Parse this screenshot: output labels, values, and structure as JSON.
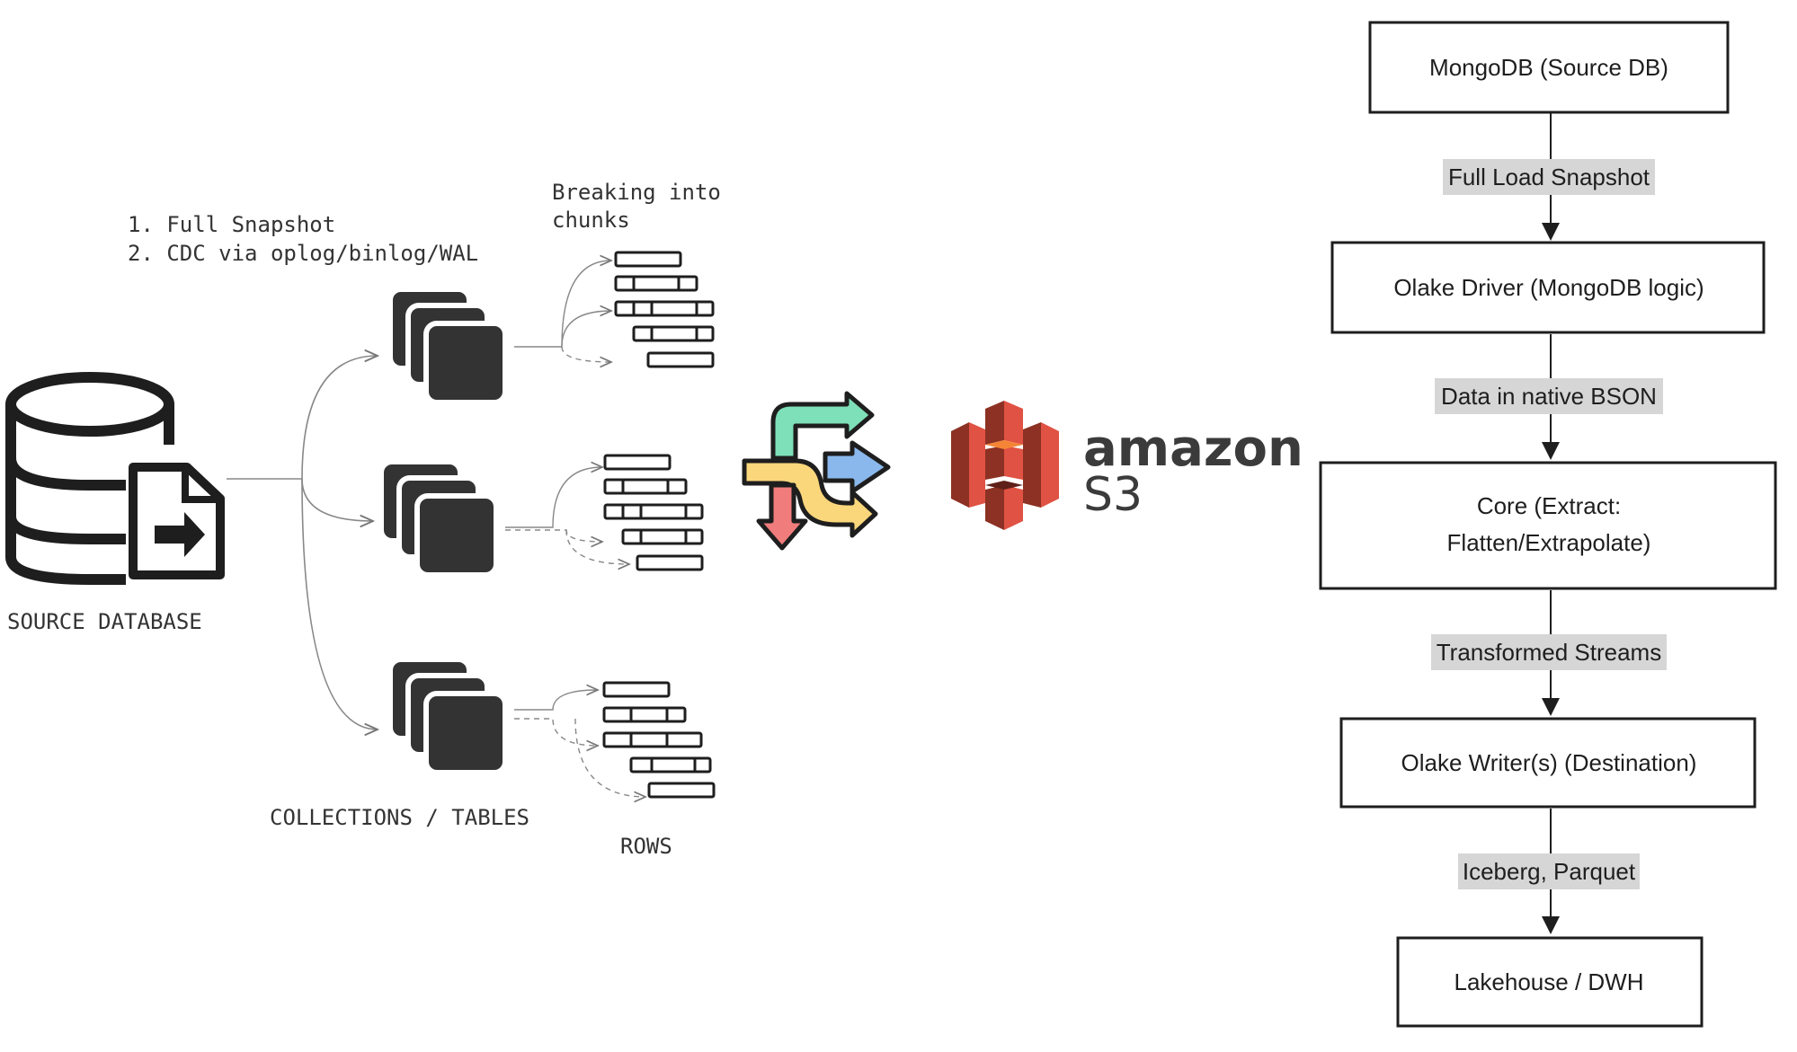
{
  "left_diagram": {
    "steps": [
      "1. Full Snapshot",
      "2. CDC via oplog/binlog/WAL"
    ],
    "chunks_note": [
      "Breaking into",
      "chunks"
    ],
    "source_label": "SOURCE DATABASE",
    "collections_label": "COLLECTIONS / TABLES",
    "rows_label": "ROWS",
    "s3_logo": {
      "brand": "amazon",
      "product": "S3"
    }
  },
  "flow": {
    "boxes": [
      "MongoDB (Source DB)",
      "Olake Driver (MongoDB logic)",
      "Core (Extract:",
      "Flatten/Extrapolate)",
      "Olake Writer(s) (Destination)",
      "Lakehouse / DWH"
    ],
    "labels": [
      "Full Load Snapshot",
      "Data in native BSON",
      "Transformed Streams",
      "Iceberg, Parquet"
    ]
  },
  "colors": {
    "stroke": "#1e1e1e",
    "table_fill": "#333333",
    "label_bg": "#d6d6d6",
    "s3_red": "#e05243",
    "s3_dark": "#8c3123",
    "arrow_green": "#7ee0b8",
    "arrow_blue": "#8ab8ec",
    "arrow_yellow": "#fbd77c",
    "arrow_red": "#f07c7c"
  }
}
